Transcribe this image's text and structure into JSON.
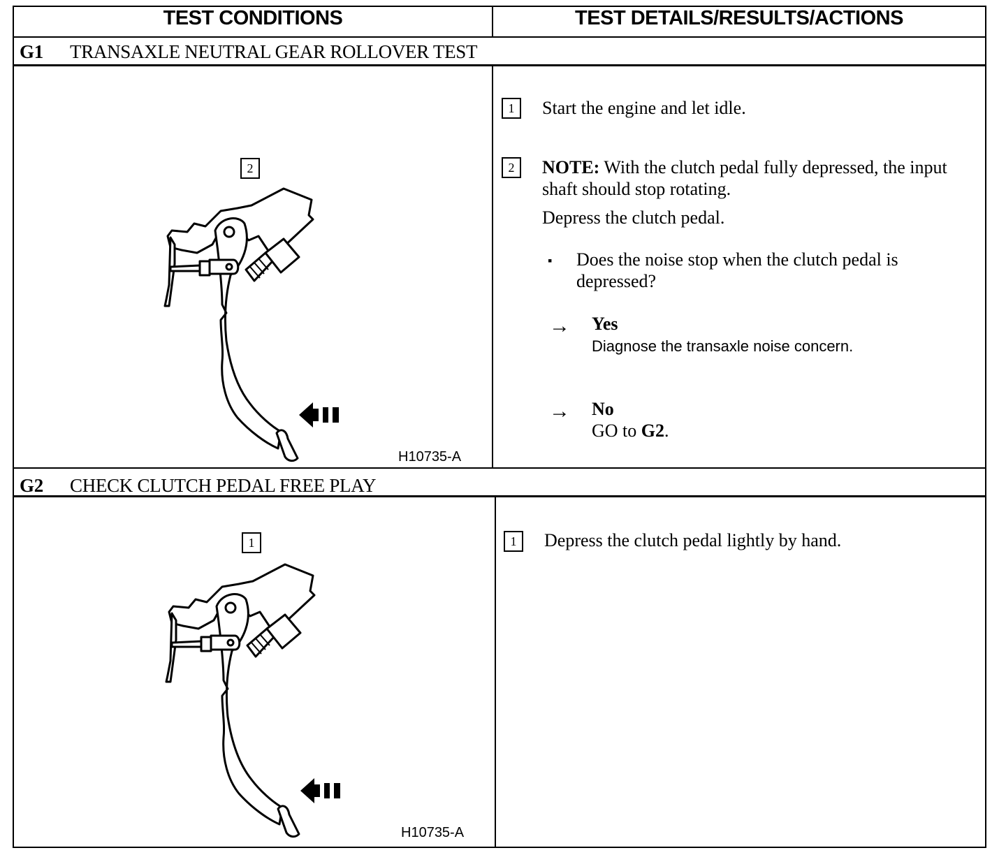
{
  "header": {
    "left": "TEST CONDITIONS",
    "right": "TEST DETAILS/RESULTS/ACTIONS"
  },
  "g1": {
    "id": "G1",
    "title": "TRANSAXLE NEUTRAL GEAR ROLLOVER TEST",
    "figure": {
      "step_badge": "2",
      "label": "H10735-A"
    },
    "steps": [
      {
        "num": "1",
        "text": "Start the engine and let idle."
      },
      {
        "num": "2",
        "note_label": "NOTE:",
        "note_text": " With the clutch pedal fully depressed, the input shaft should stop rotating.",
        "action": "Depress the clutch pedal.",
        "question": "Does the noise stop when the clutch pedal is depressed?",
        "yes_label": "Yes",
        "yes_text": "Diagnose the transaxle noise concern.",
        "no_label": "No",
        "no_text_prefix": "GO to ",
        "no_text_link": "G2",
        "no_text_suffix": "."
      }
    ],
    "bullet": "▪",
    "arrow": "→"
  },
  "g2": {
    "id": "G2",
    "title": "CHECK CLUTCH PEDAL FREE PLAY",
    "figure": {
      "step_badge": "1",
      "label": "H10735-A"
    },
    "steps": [
      {
        "num": "1",
        "text": "Depress the clutch pedal lightly by hand."
      }
    ]
  }
}
